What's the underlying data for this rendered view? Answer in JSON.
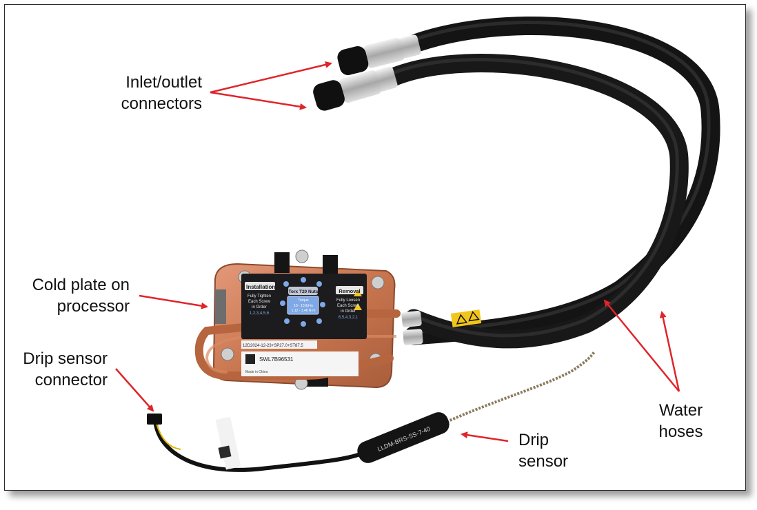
{
  "labels": {
    "inlet_outlet": {
      "line1": "Inlet/outlet",
      "line2": "connectors"
    },
    "cold_plate": {
      "line1": "Cold plate on",
      "line2": "processor"
    },
    "drip_sensor_connector": {
      "line1": "Drip sensor",
      "line2": "connector"
    },
    "drip_sensor": {
      "line1": "Drip",
      "line2": "sensor"
    },
    "water_hoses": {
      "line1": "Water",
      "line2": "hoses"
    }
  },
  "plate_label": {
    "install_title": "Installation",
    "install_text1": "Fully Tighten",
    "install_text2": "Each Screw",
    "install_text3": "in Order",
    "install_seq": "1,2,3,4,5,6",
    "torx_title": "Torx T20 Nuts",
    "torque_label": "Torque",
    "torque_value1": "10 - 13 lbf-in",
    "torque_value2": "1.12 - 1.46 N-m",
    "removal_title": "Removal",
    "removal_text1": "Fully Loosen",
    "removal_text2": "Each Screw",
    "removal_text3": "in Order",
    "removal_seq": "6,5,4,3,2,1",
    "serial": "12D2024-12-23+SP27.0+ST87.5",
    "part_number": "SWL7B96531",
    "origin": "Made in China"
  },
  "sensor_text": "LLDM-BRS-SS-7-40",
  "colors": {
    "arrow": "#e0242a",
    "copper": "#c9764f",
    "hose": "#1b1b1b",
    "label_bg": "#1c1c1e",
    "lcd": "#7fa8e6"
  }
}
